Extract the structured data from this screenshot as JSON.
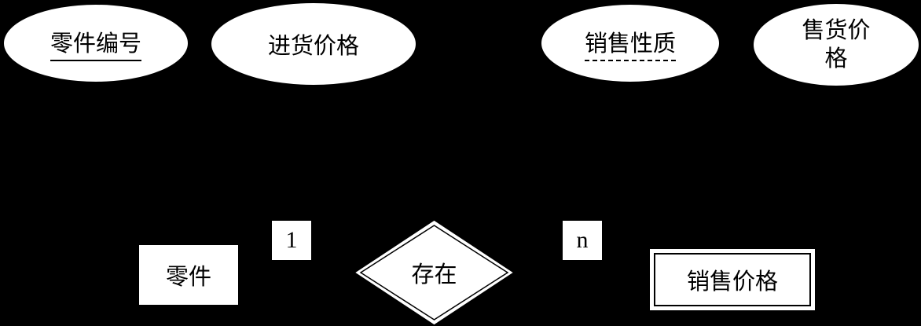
{
  "diagram": {
    "background_color": "#000000",
    "shape_fill_color": "#ffffff",
    "text_color": "#000000",
    "attributes": [
      {
        "label": "零件编号",
        "underline": "solid",
        "key_type": "primary-key"
      },
      {
        "label": "进货价格",
        "underline": "none",
        "key_type": "attribute"
      },
      {
        "label": "销售性质",
        "underline": "dashed",
        "key_type": "partial-key"
      },
      {
        "label": "售货价格",
        "underline": "none",
        "key_type": "attribute"
      }
    ],
    "entities": [
      {
        "label": "零件",
        "border": "single"
      },
      {
        "label": "销售价格",
        "border": "double"
      }
    ],
    "relationship": {
      "label": "存在",
      "border": "double"
    },
    "cardinalities": [
      {
        "label": "1"
      },
      {
        "label": "n"
      }
    ]
  }
}
